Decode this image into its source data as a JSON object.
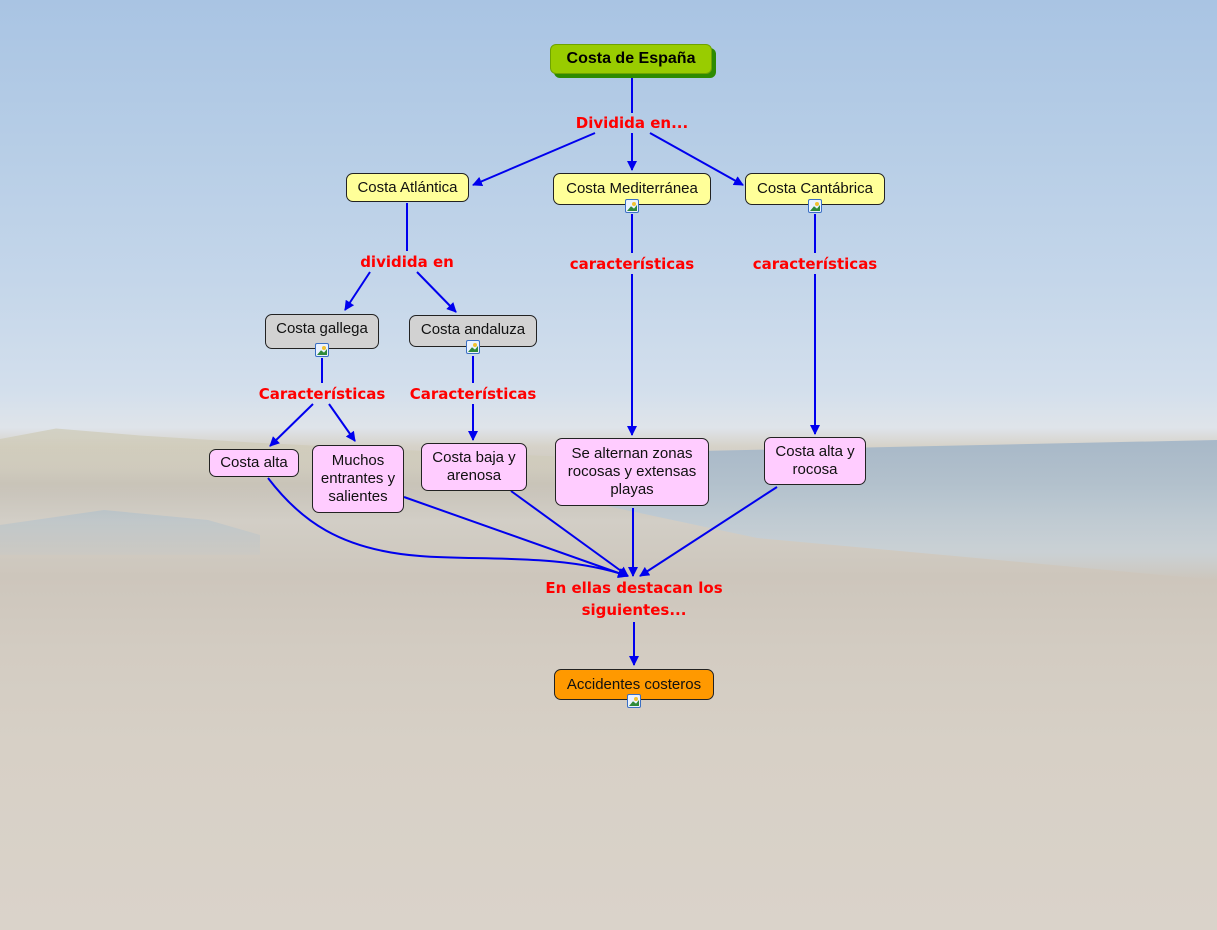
{
  "map": {
    "root": "Costa de España",
    "phrases": {
      "divided_into": "Dividida en...",
      "atl_divided": "dividida en",
      "med_features": "características",
      "cant_features": "características",
      "gal_features": "Características",
      "and_features": "Características",
      "highlight_line1": "En ellas destacan los",
      "highlight_line2": "siguientes..."
    },
    "concepts": {
      "atlantica": "Costa Atlántica",
      "mediterranea": "Costa Mediterránea",
      "cantabrica": "Costa Cantábrica",
      "gallega": "Costa gallega",
      "andaluza": "Costa andaluza",
      "costa_alta": "Costa alta",
      "entrantes": "Muchos entrantes y salientes",
      "baja_arenosa": "Costa baja y arenosa",
      "alternan": "Se alternan zonas rocosas y extensas playas",
      "alta_rocosa": "Costa alta y rocosa",
      "accidentes": "Accidentes costeros"
    },
    "icons": {
      "attachment": "image-attachment-icon"
    },
    "colors": {
      "link": "#0000ee",
      "phrase": "#ff0000",
      "root": "#99cc00",
      "level1": "#ffff99",
      "level2": "#d2d2d2",
      "level3": "#ffccff",
      "final": "#ff9900"
    }
  }
}
